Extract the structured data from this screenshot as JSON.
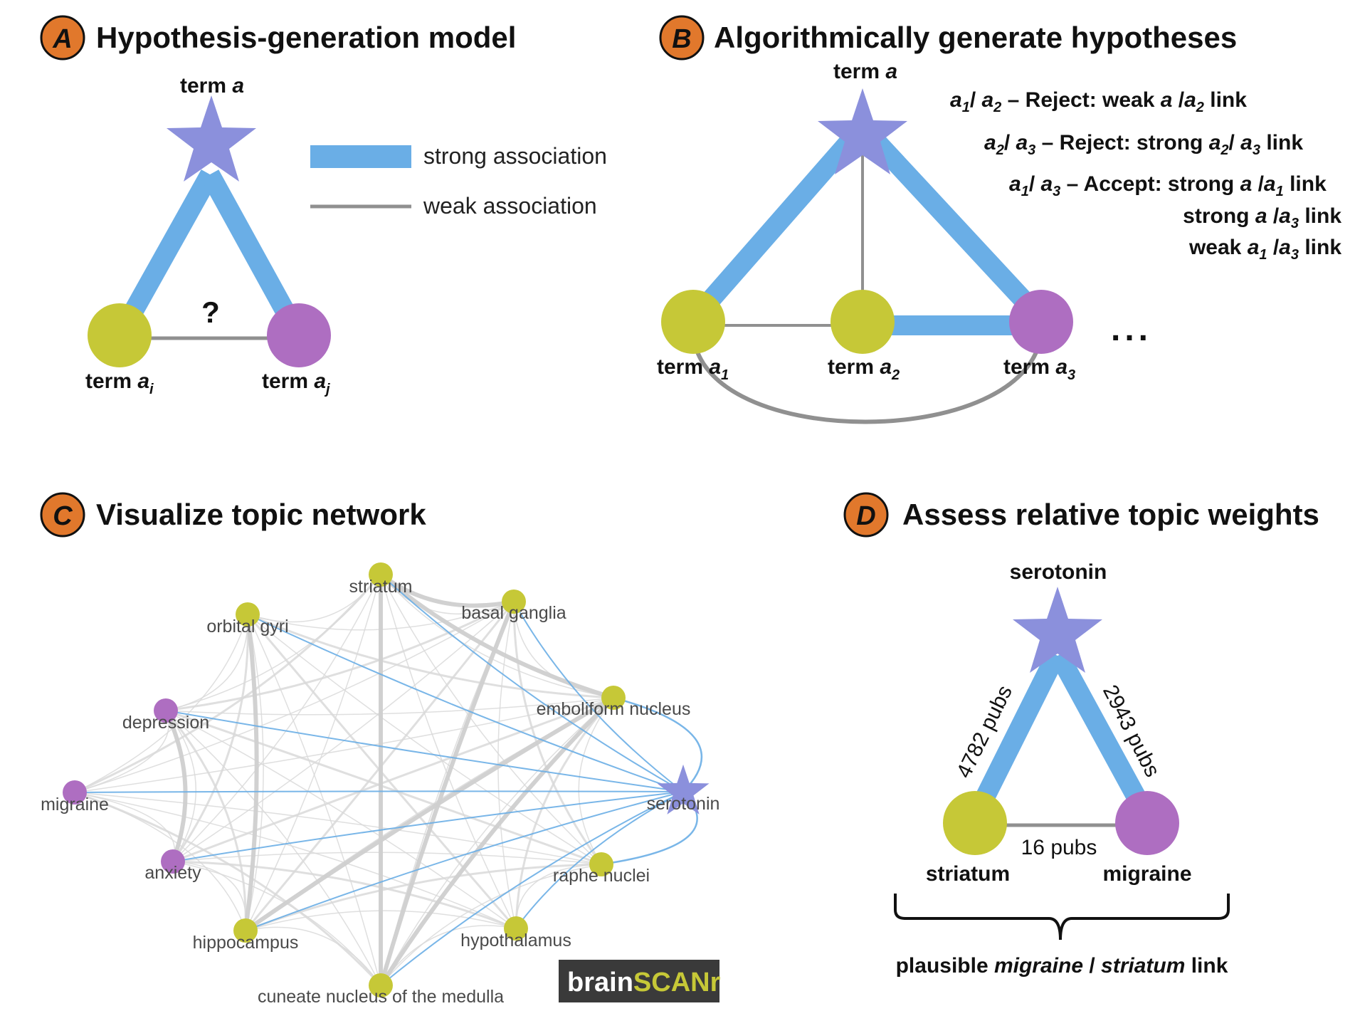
{
  "colors": {
    "strong": "#6aaee6",
    "weak": "#909090",
    "star": "#8b90dc",
    "term_green": "#c6c837",
    "term_purple": "#ae6ec1",
    "badge": "#e1782c",
    "network_gray": "#d9d9d9",
    "network_blue": "#6aaee6"
  },
  "panelA": {
    "badge": "A",
    "title": "Hypothesis-generation model",
    "center_term": {
      "prefix": "term ",
      "var": "a"
    },
    "left_term": {
      "prefix": "term ",
      "var": "a",
      "sub": "i"
    },
    "right_term": {
      "prefix": "term ",
      "var": "a",
      "sub": "j"
    },
    "unknown_link": "?",
    "legend": {
      "strong": "strong association",
      "weak": "weak association"
    }
  },
  "panelB": {
    "badge": "B",
    "title": "Algorithmically generate hypotheses",
    "center_term": {
      "prefix": "term ",
      "var": "a"
    },
    "terms": [
      {
        "prefix": "term ",
        "var": "a",
        "sub": "1"
      },
      {
        "prefix": "term ",
        "var": "a",
        "sub": "2"
      },
      {
        "prefix": "term ",
        "var": "a",
        "sub": "3"
      }
    ],
    "more": "...",
    "rule1": {
      "verdict": " – Reject: weak ",
      "end": " link"
    },
    "rule2": {
      "verdict": " – Reject: strong  ",
      "end": " link"
    },
    "rule3": {
      "verdict": " – Accept: strong ",
      "end": " link"
    },
    "rule3b": {
      "start": "strong ",
      "end": " link"
    },
    "rule3c": {
      "start": "weak ",
      "end": " link"
    }
  },
  "panelC": {
    "badge": "C",
    "title": "Visualize topic network",
    "logo": {
      "part1": "brain",
      "part2": "SCANr"
    },
    "nodes": [
      {
        "id": "striatum",
        "label": "striatum",
        "kind": "region"
      },
      {
        "id": "basal",
        "label": "basal ganglia",
        "kind": "region"
      },
      {
        "id": "emboliform",
        "label": "emboliform nucleus",
        "kind": "region"
      },
      {
        "id": "serotonin",
        "label": "serotonin",
        "kind": "query"
      },
      {
        "id": "raphe",
        "label": "raphe nuclei",
        "kind": "region"
      },
      {
        "id": "hypothalamus",
        "label": "hypothalamus",
        "kind": "region"
      },
      {
        "id": "cuneate",
        "label": "cuneate nucleus of the medulla",
        "kind": "region"
      },
      {
        "id": "hippocampus",
        "label": "hippocampus",
        "kind": "region"
      },
      {
        "id": "anxiety",
        "label": "anxiety",
        "kind": "disorder"
      },
      {
        "id": "migraine",
        "label": "migraine",
        "kind": "disorder"
      },
      {
        "id": "depression",
        "label": "depression",
        "kind": "disorder"
      },
      {
        "id": "orbital",
        "label": "orbital gyri",
        "kind": "region"
      }
    ]
  },
  "panelD": {
    "badge": "D",
    "title": "Assess relative topic weights",
    "top": "serotonin",
    "left": "striatum",
    "right": "migraine",
    "left_edge": "4782 pubs",
    "right_edge": "2943 pubs",
    "bottom_edge": "16 pubs",
    "conclusion": {
      "start": "plausible ",
      "italic1": "migraine",
      "mid": " / ",
      "italic2": "striatum",
      "end": " link"
    }
  }
}
